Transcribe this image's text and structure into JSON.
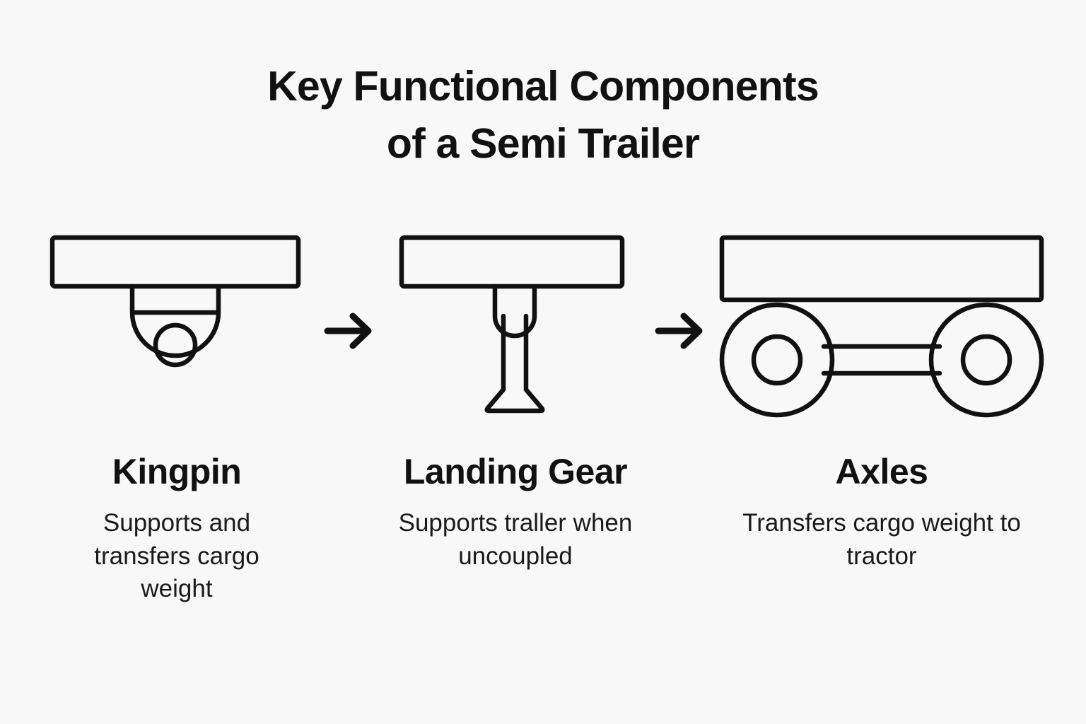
{
  "background_color": "#f8f8f8",
  "stroke_color": "#111111",
  "title": {
    "line1": "Key Functional Components",
    "line2": "of a Semi Trailer"
  },
  "panels": [
    {
      "icon": "kingpin-icon",
      "heading": "Kingpin",
      "description": "Supports and transfers cargo weight"
    },
    {
      "icon": "landing-gear-icon",
      "heading": "Landing Gear",
      "description": "Supports traller when uncoupled"
    },
    {
      "icon": "axles-icon",
      "heading": "Axles",
      "description": "Transfers cargo weight to tractor"
    }
  ],
  "connectors": [
    {
      "icon": "arrow-right-icon"
    },
    {
      "icon": "arrow-right-icon"
    }
  ]
}
